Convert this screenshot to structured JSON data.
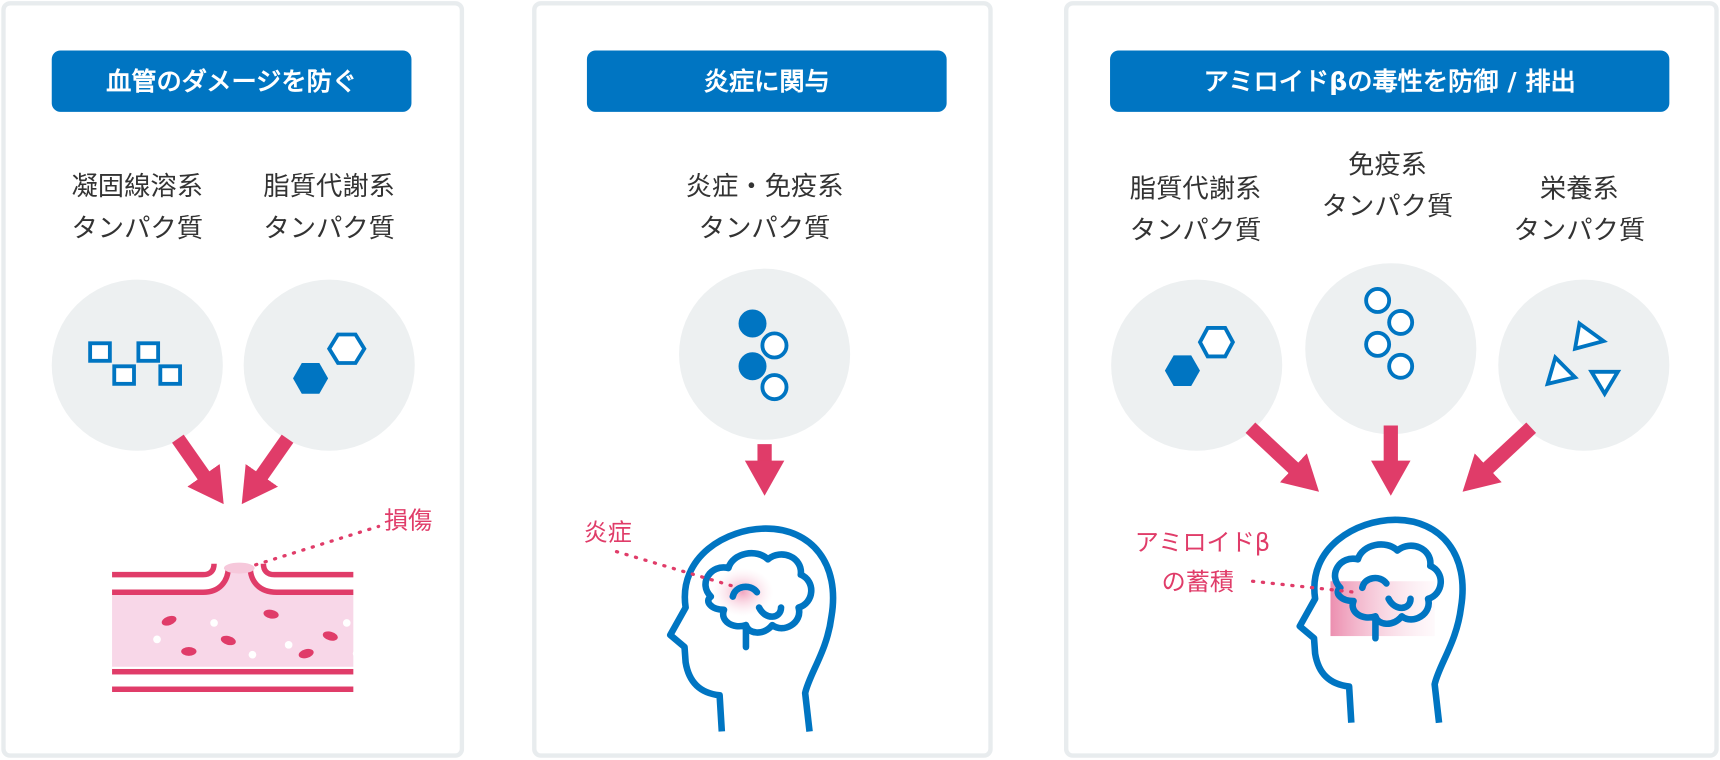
{
  "colors": {
    "blue": "#0075c2",
    "pink": "#e03c69",
    "circle_bg": "#edf0f1",
    "panel_border": "#e8ecee"
  },
  "panels": [
    {
      "title": "血管のダメージを防ぐ",
      "proteins": [
        {
          "line1": "凝固線溶系",
          "line2": "タンパク質",
          "icon": "squares-icon"
        },
        {
          "line1": "脂質代謝系",
          "line2": "タンパク質",
          "icon": "hexagons-icon"
        }
      ],
      "annotation": "損傷"
    },
    {
      "title": "炎症に関与",
      "proteins": [
        {
          "line1": "炎症・免疫系",
          "line2": "タンパク質",
          "icon": "circles-icon"
        }
      ],
      "annotation": "炎症"
    },
    {
      "title": "アミロイドβの毒性を防御 / 排出",
      "proteins": [
        {
          "line1": "脂質代謝系",
          "line2": "タンパク質",
          "icon": "hexagons-icon"
        },
        {
          "line1": "免疫系",
          "line2": "タンパク質",
          "icon": "circles-icon"
        },
        {
          "line1": "栄養系",
          "line2": "タンパク質",
          "icon": "triangles-icon"
        }
      ],
      "annotation_line1": "アミロイドβ",
      "annotation_line2": "の蓄積"
    }
  ]
}
